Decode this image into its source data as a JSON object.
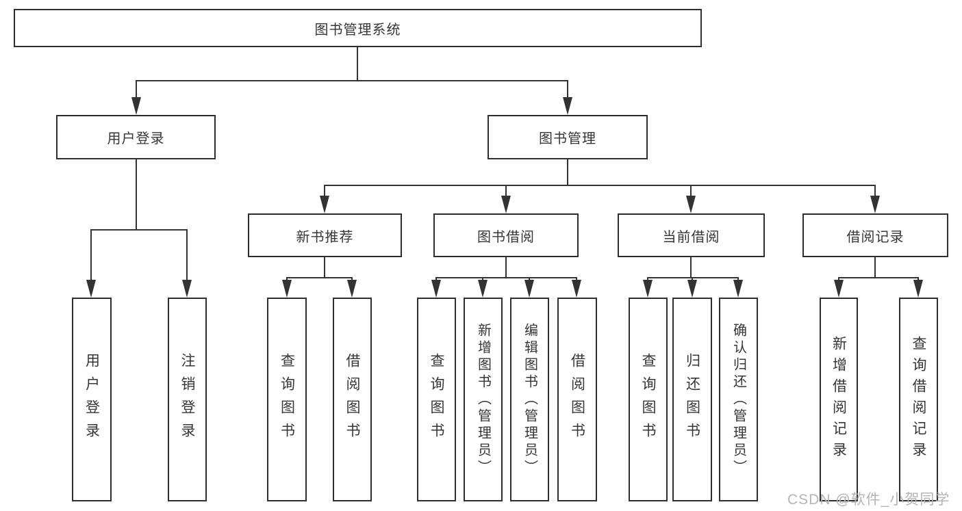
{
  "page": {
    "background": "#ffffff",
    "colors": {
      "line": "#333333",
      "box_border": "#2e2e2e",
      "box_fill": "#ffffff",
      "text": "#363636",
      "watermark": "#b5b5b5"
    }
  },
  "watermark": {
    "text": "CSDN @软件_小贺同学"
  },
  "tree": {
    "root": {
      "label": "图书管理系统",
      "children": [
        {
          "label": "用户登录",
          "children": [
            {
              "label": "用户登录"
            },
            {
              "label": "注销登录"
            }
          ]
        },
        {
          "label": "图书管理",
          "children": [
            {
              "label": "新书推荐",
              "children": [
                {
                  "label": "查询图书"
                },
                {
                  "label": "借阅图书"
                }
              ]
            },
            {
              "label": "图书借阅",
              "children": [
                {
                  "label": "查询图书"
                },
                {
                  "label": "新增图书（管理员）"
                },
                {
                  "label": "编辑图书（管理员）"
                },
                {
                  "label": "借阅图书"
                }
              ]
            },
            {
              "label": "当前借阅",
              "children": [
                {
                  "label": "查询图书"
                },
                {
                  "label": "归还图书"
                },
                {
                  "label": "确认归还（管理员）"
                }
              ]
            },
            {
              "label": "借阅记录",
              "children": [
                {
                  "label": "新增借阅记录"
                },
                {
                  "label": "查询借阅记录"
                }
              ]
            }
          ]
        }
      ]
    }
  }
}
